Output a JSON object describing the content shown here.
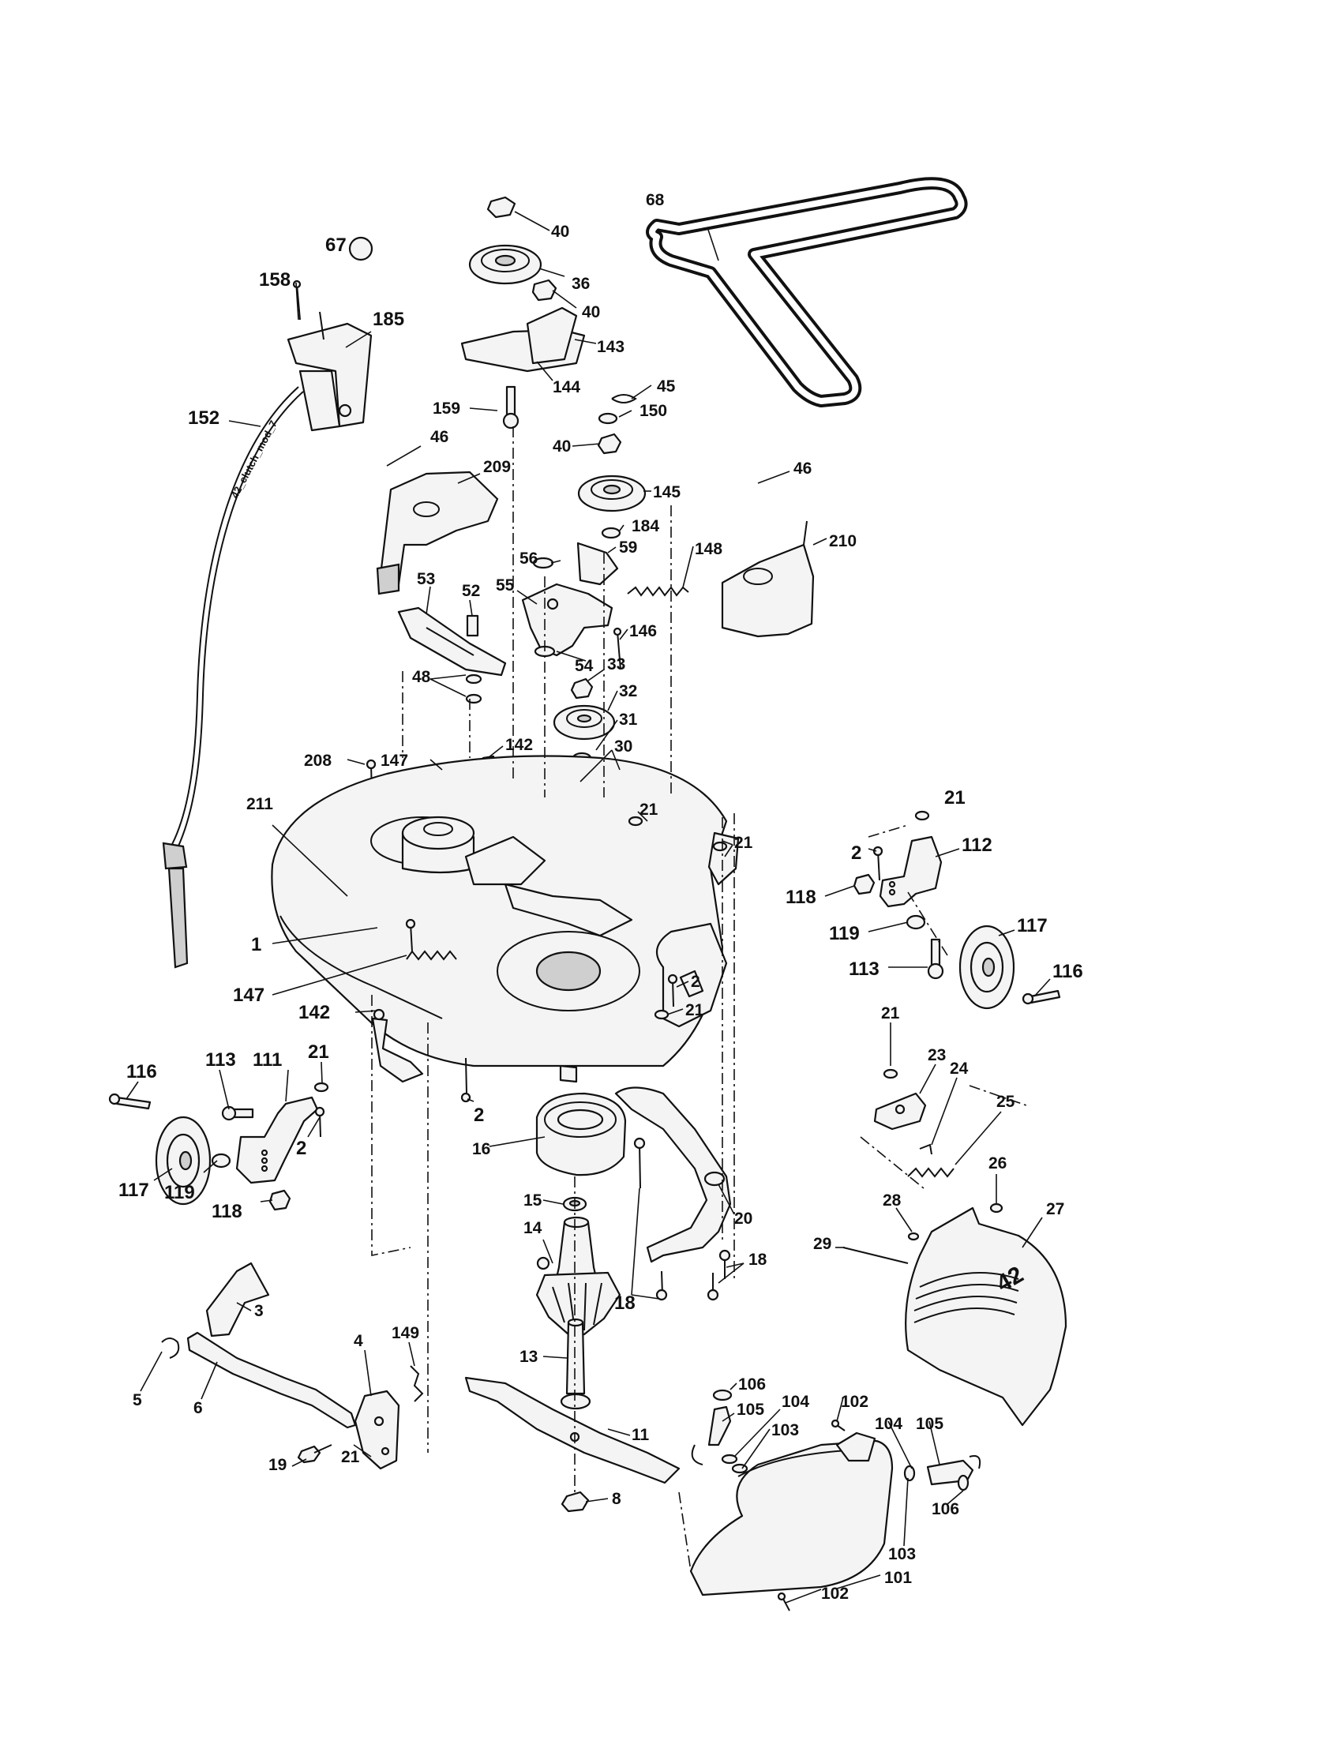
{
  "diagram": {
    "cable_print": "42_clutch_mod_7",
    "deck_badge": "42"
  },
  "callouts": {
    "c40a": "40",
    "c67": "67",
    "c68": "68",
    "c158": "158",
    "c185": "185",
    "c36": "36",
    "c40b": "40",
    "c143": "143",
    "c144": "144",
    "c152": "152",
    "c159": "159",
    "c45": "45",
    "c150": "150",
    "c40c": "40",
    "c46a": "46",
    "c209": "209",
    "c145": "145",
    "c46b": "46",
    "c184": "184",
    "c210": "210",
    "c56": "56",
    "c59": "59",
    "c148": "148",
    "c53": "53",
    "c52": "52",
    "c55": "55",
    "c146": "146",
    "c54": "54",
    "c33": "33",
    "c48": "48",
    "c32": "32",
    "c31": "31",
    "c30": "30",
    "c208": "208",
    "c147a": "147",
    "c142a": "142",
    "c211": "211",
    "c21a": "21",
    "c21b": "21",
    "c21c": "21",
    "c2a": "2",
    "c112": "112",
    "c118a": "118",
    "c117a": "117",
    "c119a": "119",
    "c113a": "113",
    "c116a": "116",
    "c1": "1",
    "c147b": "147",
    "c2b": "2",
    "c21d": "21",
    "c142b": "142",
    "c21e": "21",
    "c116b": "116",
    "c113b": "113",
    "c111": "111",
    "c21f": "21",
    "c23": "23",
    "c24": "24",
    "c25": "25",
    "c2c": "2",
    "c2d": "2",
    "c117b": "117",
    "c119b": "119",
    "c118b": "118",
    "c16": "16",
    "c26": "26",
    "c15": "15",
    "c28": "28",
    "c27": "27",
    "c14": "14",
    "c20": "20",
    "c29": "29",
    "c18a": "18",
    "c18b": "18",
    "c3": "3",
    "c149": "149",
    "c4": "4",
    "c13": "13",
    "c5": "5",
    "c6": "6",
    "c106a": "106",
    "c104a": "104",
    "c102a": "102",
    "c105a": "105",
    "c103a": "103",
    "c104b": "104",
    "c105b": "105",
    "c11": "11",
    "c19": "19",
    "c21g": "21",
    "c8": "8",
    "c106b": "106",
    "c103b": "103",
    "c102b": "102",
    "c101": "101"
  }
}
